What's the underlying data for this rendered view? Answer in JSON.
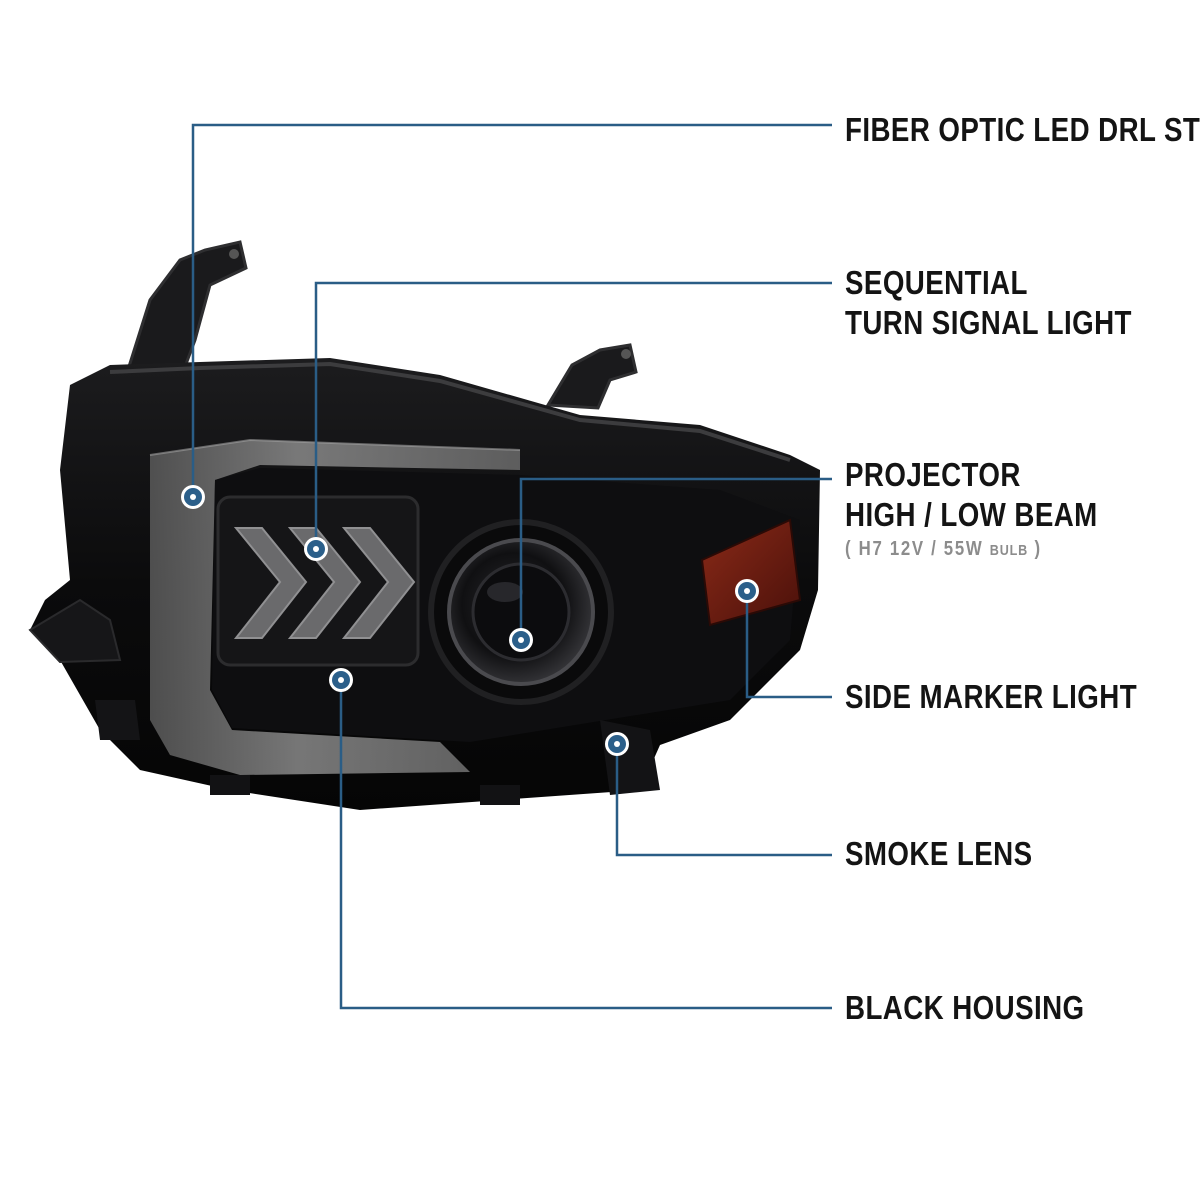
{
  "colors": {
    "callout_line": "#2a5d86",
    "marker_fill": "#2b5f8a",
    "marker_ring": "#ffffff",
    "label_text": "#141414",
    "sub_text": "#8c8c8c",
    "housing": "#0c0c0c",
    "drl_strip": "#7a7a7a",
    "side_marker": "#6b1a12"
  },
  "callouts": [
    {
      "id": "fiber-optic",
      "lines": [
        "FIBER OPTIC LED DRL STRIP"
      ],
      "marker_icon": "callout-dot-icon"
    },
    {
      "id": "sequential",
      "lines": [
        "SEQUENTIAL",
        "TURN SIGNAL LIGHT"
      ],
      "marker_icon": "callout-dot-icon"
    },
    {
      "id": "projector",
      "lines": [
        "PROJECTOR",
        "HIGH / LOW BEAM"
      ],
      "spec": {
        "open": "(",
        "bulb_type": "H7",
        "rating": "12V / 55W",
        "unit": "BULB",
        "close": ")"
      },
      "marker_icon": "callout-dot-icon"
    },
    {
      "id": "side-marker",
      "lines": [
        "SIDE MARKER LIGHT"
      ],
      "marker_icon": "callout-dot-icon"
    },
    {
      "id": "smoke-lens",
      "lines": [
        "SMOKE LENS"
      ],
      "marker_icon": "callout-dot-icon"
    },
    {
      "id": "black-housing",
      "lines": [
        "BLACK HOUSING"
      ],
      "marker_icon": "callout-dot-icon"
    }
  ],
  "product_image": {
    "icon": "headlight-assembly-icon"
  }
}
